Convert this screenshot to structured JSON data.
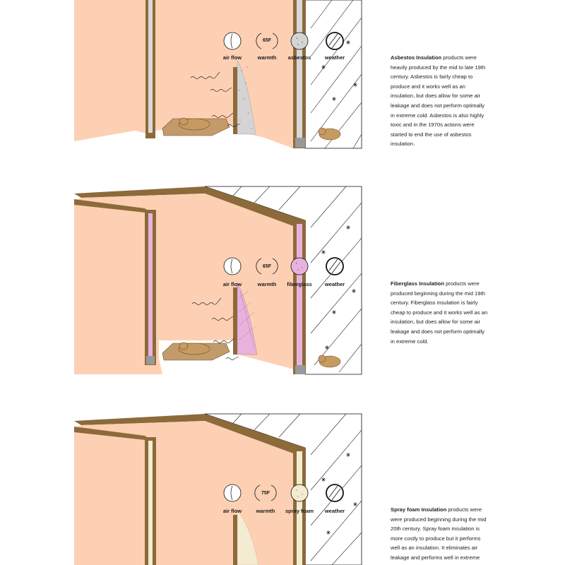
{
  "panels": [
    {
      "labels": {
        "air_flow": "air flow",
        "warmth": "warmth",
        "material": "asbestos",
        "weather": "weather"
      },
      "temperature": "65F",
      "material_name": "Asbestos Insulation",
      "description": " products were heavily produced by the mid to late 19th century. Asbestos is fairly cheap to produce and it works well as an insulation, but does allow for some air leakage and does not perform optimally in extreme cold. Asbestos is also highly toxic and in the 1970s actions were started to end the use of asbestos insulation."
    },
    {
      "labels": {
        "air_flow": "air flow",
        "warmth": "warmth",
        "material": "fiberglass",
        "weather": "weather"
      },
      "temperature": "65F",
      "material_name": "Fiberglass Insulation",
      "description": " products were produced beginning during the mid 19th century. Fiberglass insulation is fairly cheap to produce and it works well as an insulation, but does allow for some air leakage and does not perform optimally in extreme cold."
    },
    {
      "labels": {
        "air_flow": "air flow",
        "warmth": "warmth",
        "material": "spray foam",
        "weather": "weather"
      },
      "temperature": "75F",
      "material_name": "Spray foam Insulation",
      "description": " products were were produced beginning during the mid 20th century. Spray foam insulation is more costly to produce but it performs well as an insulation. It eliminates air leakage and performs well in extreme"
    }
  ],
  "colors": {
    "wall": "#fdd0b4",
    "frame": "#8c6a3a",
    "floor": "#ffffff",
    "asbestos": "#d4d4d4",
    "fiberglass": "#e8b2dc",
    "spray_foam": "#f4ecd2",
    "dog": "#c79a61",
    "bed": "#c39b6b"
  }
}
